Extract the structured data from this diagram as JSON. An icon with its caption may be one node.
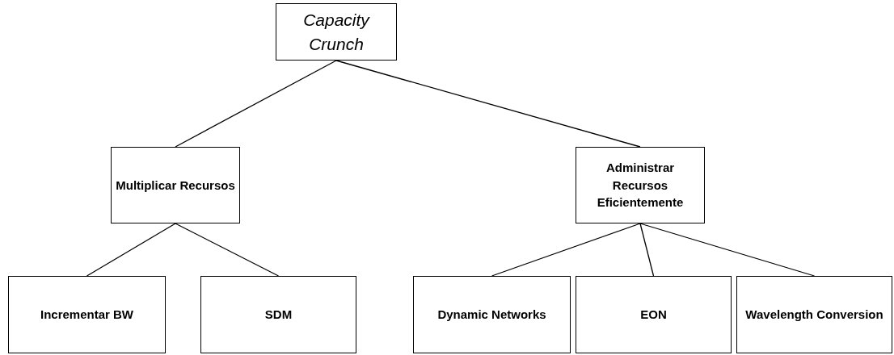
{
  "diagram": {
    "nodes": [
      {
        "text": [
          "Capacity Crunch"
        ]
      },
      {
        "text": [
          "Multiplicar Recursos"
        ]
      },
      {
        "text": [
          "Administrar Recursos Eficientemente"
        ]
      },
      {
        "text": [
          "Incrementar BW"
        ]
      },
      {
        "text": [
          "SDM"
        ]
      },
      {
        "text": [
          "Dynamic Networks"
        ]
      },
      {
        "text": [
          "EON"
        ]
      },
      {
        "text": [
          "Wavelength Conversion"
        ]
      }
    ],
    "edges": [
      {
        "from": 0,
        "to": 1,
        "arrow": "none"
      },
      {
        "from": 0,
        "to": 2,
        "arrow": "none"
      },
      {
        "from": 1,
        "to": 3,
        "arrow": "none"
      },
      {
        "from": 1,
        "to": 4,
        "arrow": "none"
      },
      {
        "from": 2,
        "to": 5,
        "arrow": "none"
      },
      {
        "from": 2,
        "to": 6,
        "arrow": "none"
      },
      {
        "from": 2,
        "to": 7,
        "arrow": "none"
      }
    ]
  }
}
